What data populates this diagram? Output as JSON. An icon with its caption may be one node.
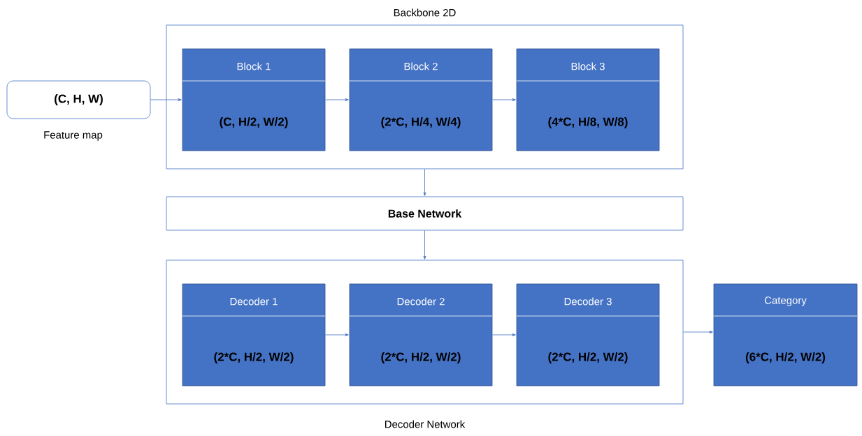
{
  "diagram": {
    "nodes": [
      {
        "text": [
          "Backbone 2D"
        ]
      },
      {
        "text": [
          "Block 1",
          "(C, H/2, W/2)"
        ],
        "in": 0
      },
      {
        "text": [
          "Block 2",
          "(2*C, H/4, W/4)"
        ],
        "in": 0
      },
      {
        "text": [
          "Block 3",
          "(4*C, H/8, W/8)"
        ],
        "in": 0
      },
      {
        "text": [
          "(C, H, W)"
        ],
        "beside": [
          "Feature map"
        ]
      },
      {
        "text": [
          "Base Network"
        ]
      },
      {
        "text": [
          "Decoder Network"
        ]
      },
      {
        "text": [
          "Decoder 1",
          "(2*C, H/2, W/2)"
        ],
        "in": 6
      },
      {
        "text": [
          "Decoder 2",
          "(2*C, H/2, W/2)"
        ],
        "in": 6
      },
      {
        "text": [
          "Decoder 3",
          "(2*C, H/2, W/2)"
        ],
        "in": 6
      },
      {
        "text": [
          "Category",
          "(6*C, H/2, W/2)"
        ]
      }
    ],
    "edges": [
      {
        "from": 4,
        "to": 1,
        "arrow": "to"
      },
      {
        "from": 1,
        "to": 2,
        "arrow": "to"
      },
      {
        "from": 2,
        "to": 3,
        "arrow": "to"
      },
      {
        "from": 0,
        "to": 5,
        "arrow": "to"
      },
      {
        "from": 5,
        "to": 6,
        "arrow": "to"
      },
      {
        "from": 7,
        "to": 8,
        "arrow": "to"
      },
      {
        "from": 8,
        "to": 9,
        "arrow": "to"
      },
      {
        "from": 6,
        "to": 10,
        "arrow": "to"
      }
    ]
  }
}
